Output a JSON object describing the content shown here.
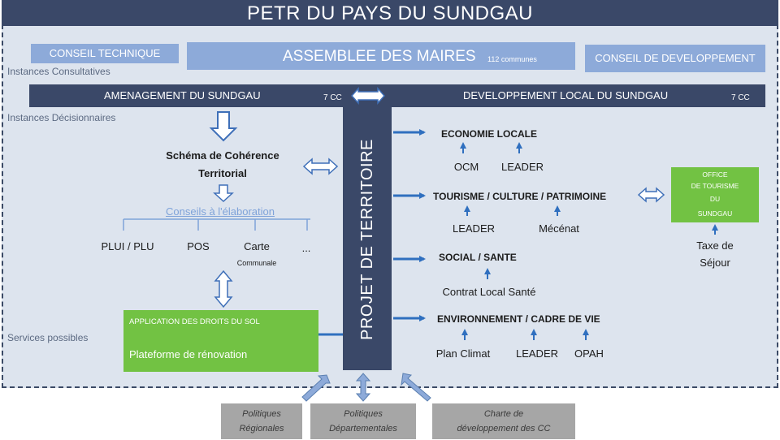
{
  "title": "PETR DU PAYS DU SUNDGAU",
  "top_row": {
    "conseil_technique": "CONSEIL TECHNIQUE",
    "assemblee": "ASSEMBLEE DES MAIRES",
    "communes": "112 communes",
    "conseil_dev": "CONSEIL DE DEVELOPPEMENT"
  },
  "labels": {
    "instances_consultatives": "Instances Consultatives",
    "instances_decisionnaires": "Instances Décisionnaires",
    "services_possibles": "Services possibles"
  },
  "bars": {
    "amenagement": "AMENAGEMENT DU SUNDGAU",
    "amenagement_cc": "7 CC",
    "developpement": "DEVELOPPEMENT LOCAL DU SUNDGAU",
    "developpement_cc": "7 CC"
  },
  "center_column": "PROJET DE TERRITOIRE",
  "left": {
    "scot_line1": "Schéma de Cohérence",
    "scot_line2": "Territorial",
    "conseils": "Conseils à l'élaboration",
    "docs": [
      "PLUI / PLU",
      "POS",
      "Carte",
      "..."
    ],
    "carte_sub": "Communale",
    "green_box": {
      "line1": "APPLICATION DES DROITS DU SOL",
      "line2": "Plateforme de rénovation"
    }
  },
  "right": {
    "sections": [
      {
        "title": "ECONOMIE LOCALE",
        "items": [
          "OCM",
          "LEADER"
        ]
      },
      {
        "title": "TOURISME / CULTURE / PATRIMOINE",
        "items": [
          "LEADER",
          "Mécénat"
        ]
      },
      {
        "title": "SOCIAL / SANTE",
        "items": [
          "Contrat Local Santé"
        ]
      },
      {
        "title": "ENVIRONNEMENT / CADRE DE VIE",
        "items": [
          "Plan Climat",
          "LEADER",
          "OPAH"
        ]
      }
    ],
    "office": {
      "line1": "OFFICE",
      "line2": "DE TOURISME",
      "line3": "DU",
      "line4": "SUNDGAU"
    },
    "taxe_line1": "Taxe de",
    "taxe_line2": "Séjour"
  },
  "bottom": [
    {
      "line1": "Politiques",
      "line2": "Régionales"
    },
    {
      "line1": "Politiques",
      "line2": "Départementales"
    },
    {
      "line1": "Charte de",
      "line2": "développement des CC"
    }
  ],
  "colors": {
    "dark_navy": "#3a4868",
    "light_blue": "#8daad9",
    "background": "#dde4ee",
    "green": "#72c243",
    "arrow_blue": "#2f6fbf",
    "gray_box": "#a6a6a6"
  }
}
